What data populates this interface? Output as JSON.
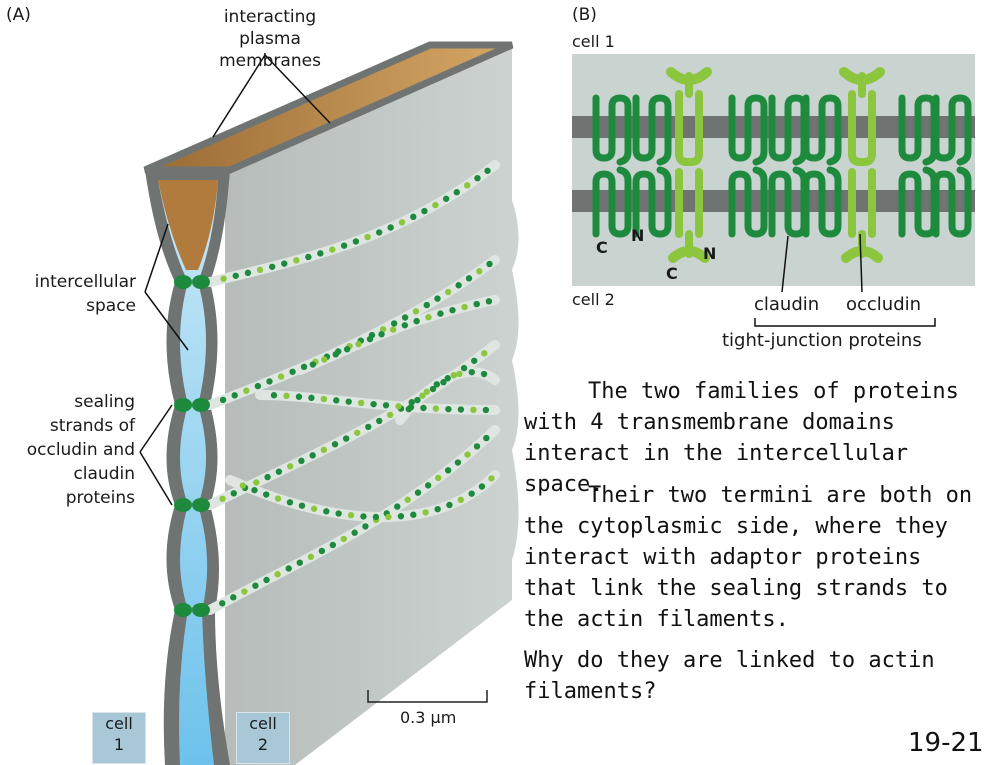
{
  "panel_a": {
    "label": "(A)",
    "membranes_label": [
      "interacting",
      "plasma membranes"
    ],
    "space_label": [
      "intercellular",
      "space"
    ],
    "strands_label": [
      "sealing",
      "strands of",
      "occludin and",
      "claudin",
      "proteins"
    ],
    "cell1": [
      "cell",
      "1"
    ],
    "cell2": [
      "cell",
      "2"
    ],
    "scale_label": "0.3 μm"
  },
  "panel_b": {
    "label": "(B)",
    "cell1": "cell 1",
    "cell2": "cell 2",
    "c": "C",
    "n": "N",
    "claudin": "claudin",
    "occludin": "occludin",
    "group": "tight-junction proteins"
  },
  "notes": {
    "p1": "The two families of proteins with 4 transmembrane domains interact in the intercellular space.",
    "p2": "Their two termini are both on the cytoplasmic side, where they interact with adaptor proteins that link the sealing strands to the actin filaments.",
    "q": "Why do they are linked to actin filaments?"
  },
  "page_number": "19-21",
  "colors": {
    "claudin": "#1e8a3e",
    "occludin": "#8cc63f",
    "membrane": "#6f7473",
    "background_b": "#c9d3cf",
    "intercellular_fluid": "#8fd0f0",
    "membrane_top": "#b07b3c"
  }
}
